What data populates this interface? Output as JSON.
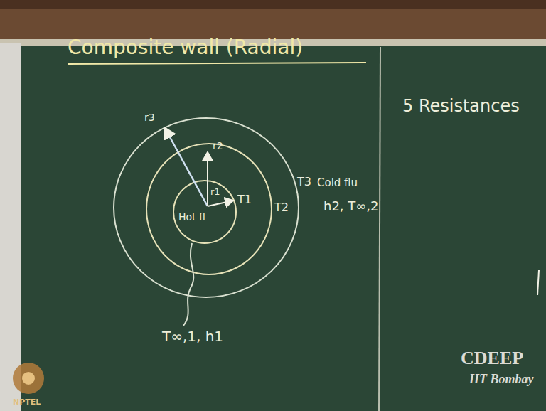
{
  "diagram": {
    "title": "Composite wall (Radial)",
    "labels": [
      "5 Resistances",
      "r3",
      "r2",
      "r1",
      "T1",
      "T2",
      "T3",
      "Cold flu",
      "Hot fl",
      "h2, T∞,2",
      "T∞,1, h1",
      "CDEEP",
      "IIT Bombay",
      "NPTEL"
    ]
  }
}
